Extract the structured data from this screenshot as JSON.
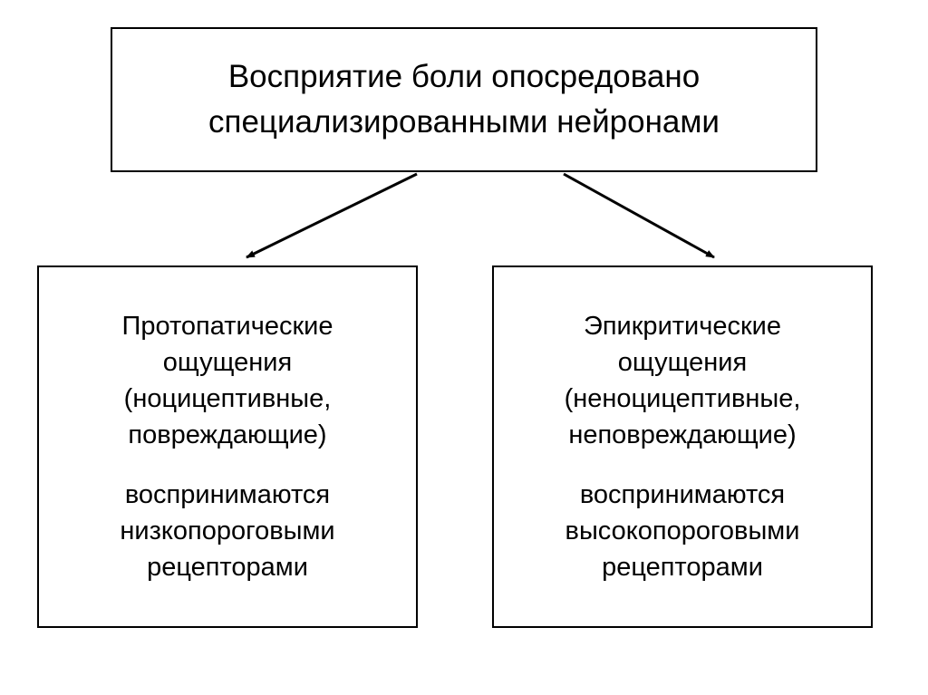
{
  "diagram": {
    "type": "flowchart",
    "orientation": "top-down",
    "colors": {
      "background": "#ffffff",
      "stroke": "#000000",
      "text": "#000000"
    },
    "top_box": {
      "lines": [
        "Восприятие боли опосредовано",
        "специализированными нейронами"
      ]
    },
    "left_box": {
      "group1": [
        "Протопатические",
        "ощущения",
        "(ноцицептивные,",
        "повреждающие)"
      ],
      "group2": [
        "воспринимаются",
        "низкопороговыми",
        "рецепторами"
      ]
    },
    "right_box": {
      "group1": [
        "Эпикритические",
        "ощущения",
        "(неноцицептивные,",
        "неповреждающие)"
      ],
      "group2": [
        "воспринимаются",
        "высокопороговыми",
        "рецепторами"
      ]
    },
    "connectors": [
      {
        "name": "arrow-to-left-box",
        "from": "top-box",
        "to": "left-box"
      },
      {
        "name": "arrow-to-right-box",
        "from": "top-box",
        "to": "right-box"
      }
    ]
  }
}
